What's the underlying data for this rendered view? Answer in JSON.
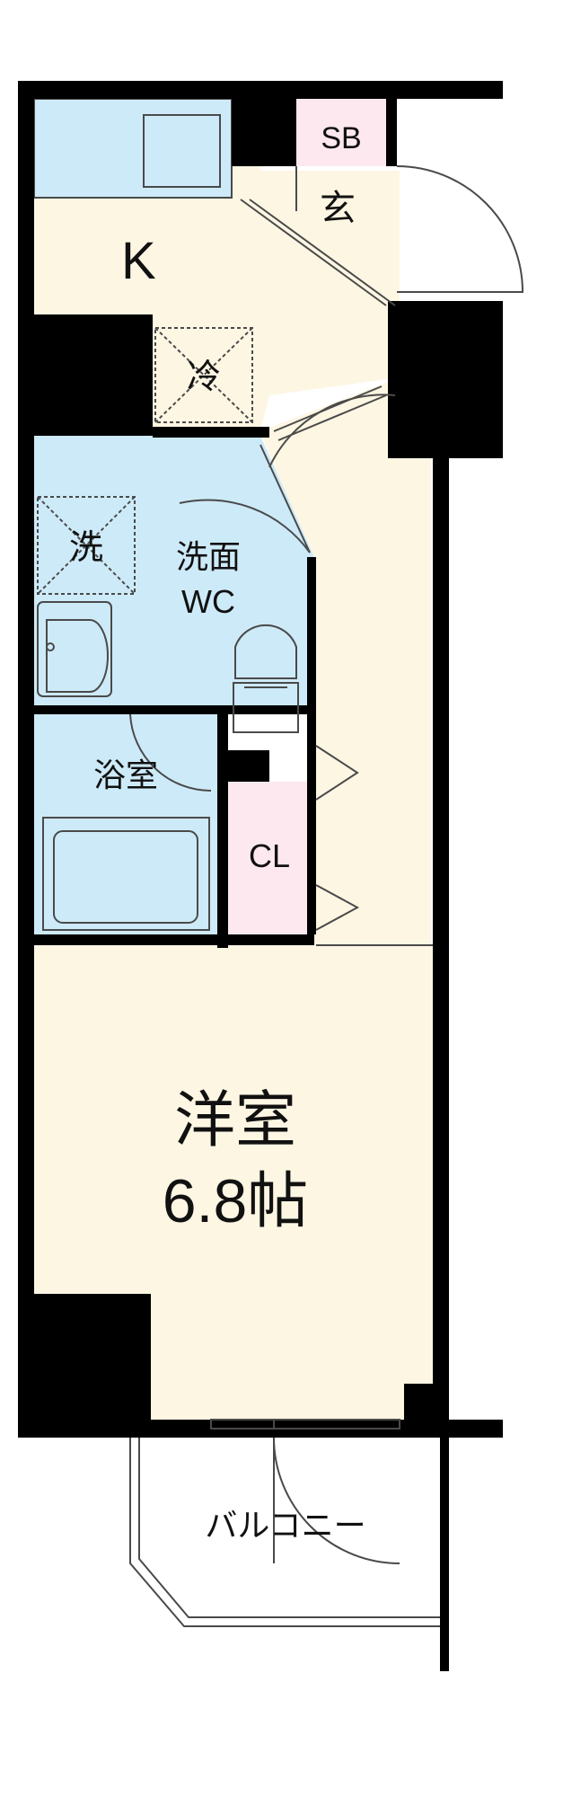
{
  "rooms": {
    "kitchen": "K",
    "shoebox": "SB",
    "entrance": "玄",
    "fridge": "冷",
    "washer": "洗",
    "washroom_line1": "洗面",
    "washroom_line2": "WC",
    "bath": "浴室",
    "closet": "CL",
    "western_line1": "洋室",
    "western_line2": "6.8帖",
    "balcony": "バルコニー"
  },
  "colors": {
    "wall": "#000000",
    "floor": "#fdf6e3",
    "wet_area": "#cdeaf8",
    "storage": "#fde8f0",
    "line": "#4a4a4a"
  }
}
